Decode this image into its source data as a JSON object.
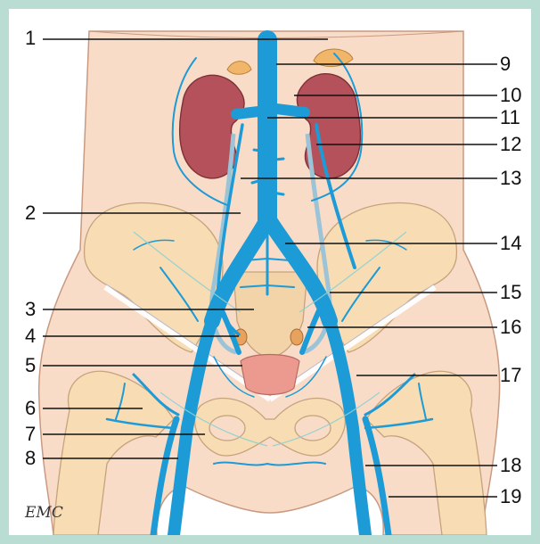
{
  "labels": {
    "l1": "1",
    "l2": "2",
    "l3": "3",
    "l4": "4",
    "l5": "5",
    "l6": "6",
    "l7": "7",
    "l8": "8",
    "l9": "9",
    "l10": "10",
    "l11": "11",
    "l12": "12",
    "l13": "13",
    "l14": "14",
    "l15": "15",
    "l16": "16",
    "l17": "17",
    "l18": "18",
    "l19": "19"
  },
  "logo": "EMC",
  "colors": {
    "frame": "#b9ddd2",
    "skin": "#f9dcc8",
    "bone": "#f7dcb4",
    "vein": "#1c9bd6",
    "kidney": "#b4515a",
    "adrenal": "#f2b66b",
    "ureter": "#9cc4d6",
    "leader": "#111111"
  }
}
